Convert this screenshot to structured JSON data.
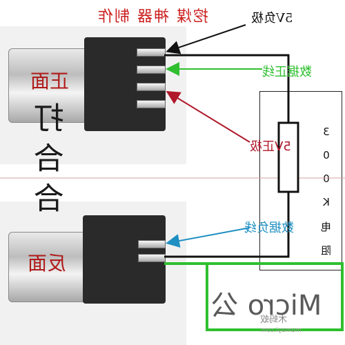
{
  "title": "挖煤 神器 制作",
  "vertical_mirror_text": "打 合 合",
  "face_labels": {
    "front": "正面",
    "back": "反面"
  },
  "annotations": {
    "neg_5v": "5V负极",
    "data_pos": "数据正线",
    "pos_5v": "5V正极",
    "data_neg": "数据负线"
  },
  "resistor": {
    "label_chars": [
      "3",
      "0",
      "0",
      "K",
      "电",
      "阻"
    ]
  },
  "micro_label": "Micro 公",
  "watermark": {
    "text": "木蚂蚁",
    "url": "mumayi.com"
  },
  "colors": {
    "title_red": "#cc1f1f",
    "green": "#2fbf2f",
    "red": "#b0182b",
    "blue": "#1e8fc2",
    "black": "#111111"
  }
}
